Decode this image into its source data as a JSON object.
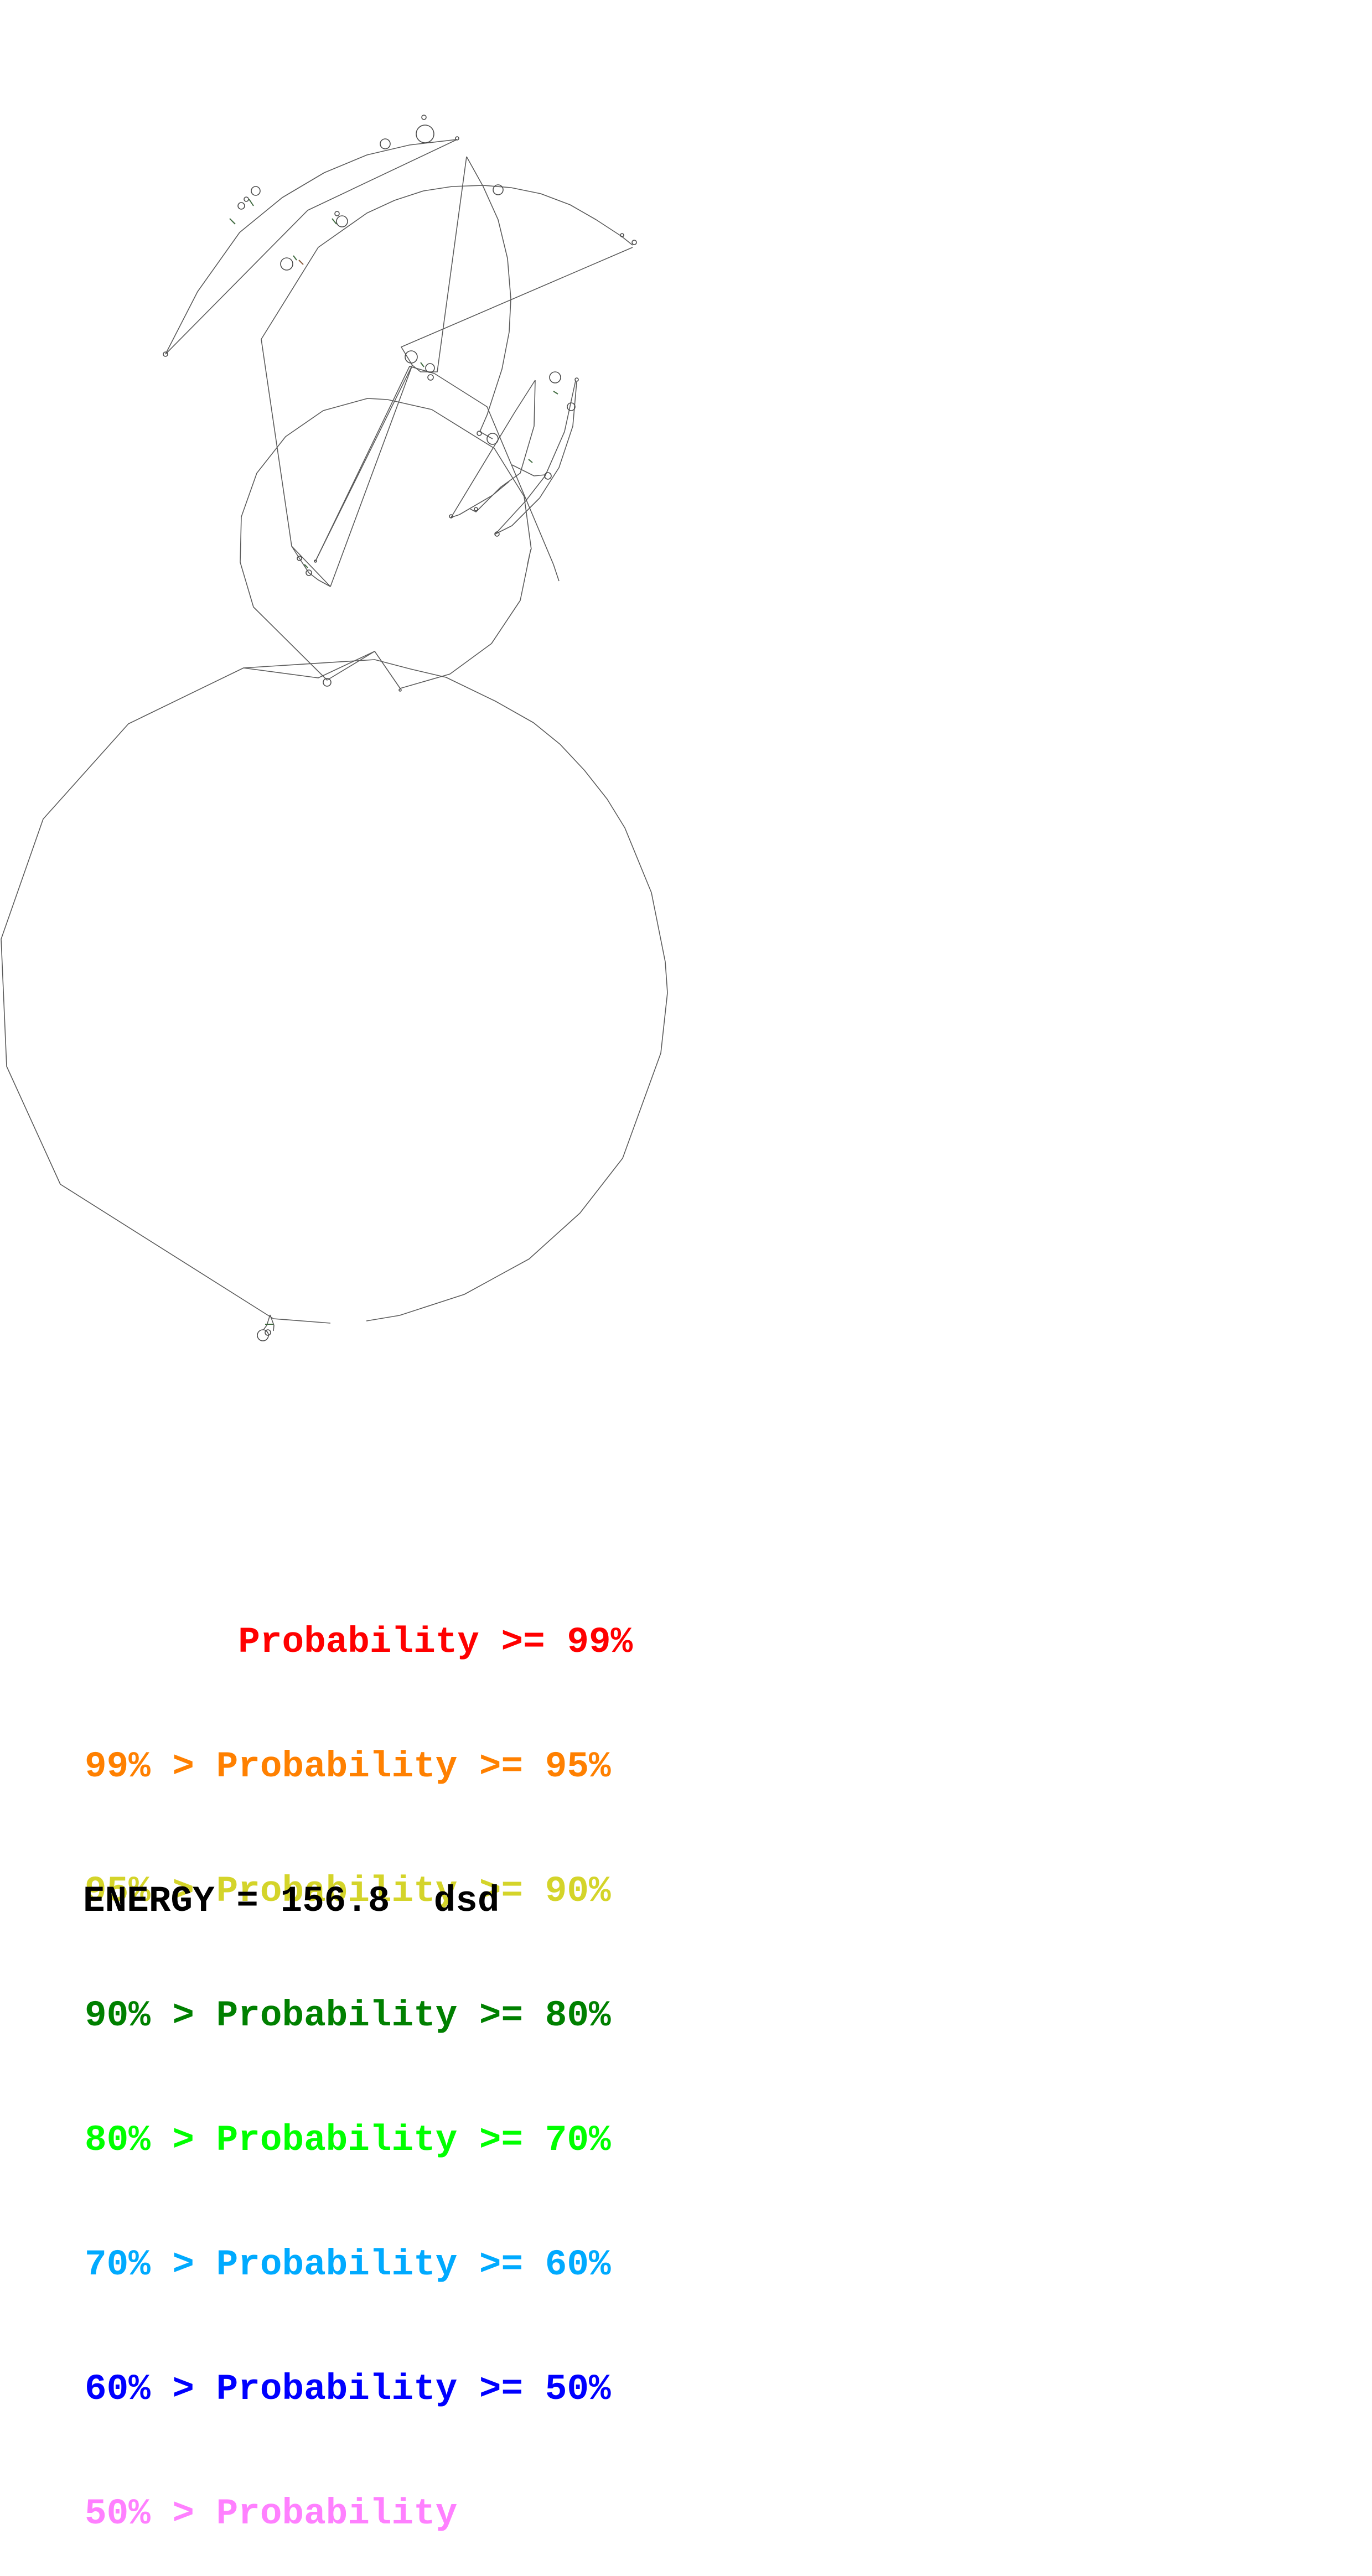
{
  "diagram": {
    "type": "rna-secondary-structure",
    "description": "Folded nucleic-acid secondary structure plot with base pairs colored by pairing probability"
  },
  "legend": {
    "rows": [
      {
        "text": "       Probability >= 99%",
        "color": "#FF0000",
        "label": "p>=99"
      },
      {
        "text": "99% > Probability >= 95%",
        "color": "#FF8000",
        "label": "95-99"
      },
      {
        "text": "95% > Probability >= 90%",
        "color": "#D4D42A",
        "label": "90-95"
      },
      {
        "text": "90% > Probability >= 80%",
        "color": "#008000",
        "label": "80-90"
      },
      {
        "text": "80% > Probability >= 70%",
        "color": "#00FF00",
        "label": "70-80"
      },
      {
        "text": "70% > Probability >= 60%",
        "color": "#00AAFF",
        "label": "60-70"
      },
      {
        "text": "60% > Probability >= 50%",
        "color": "#0000FF",
        "label": "50-60"
      },
      {
        "text": "50% > Probability",
        "color": "#FF80FF",
        "label": "p<50"
      }
    ]
  },
  "energy": {
    "text": "ENERGY = 156.8  dsd",
    "label": "ENERGY",
    "value": "156.8",
    "unit": "dsd"
  }
}
